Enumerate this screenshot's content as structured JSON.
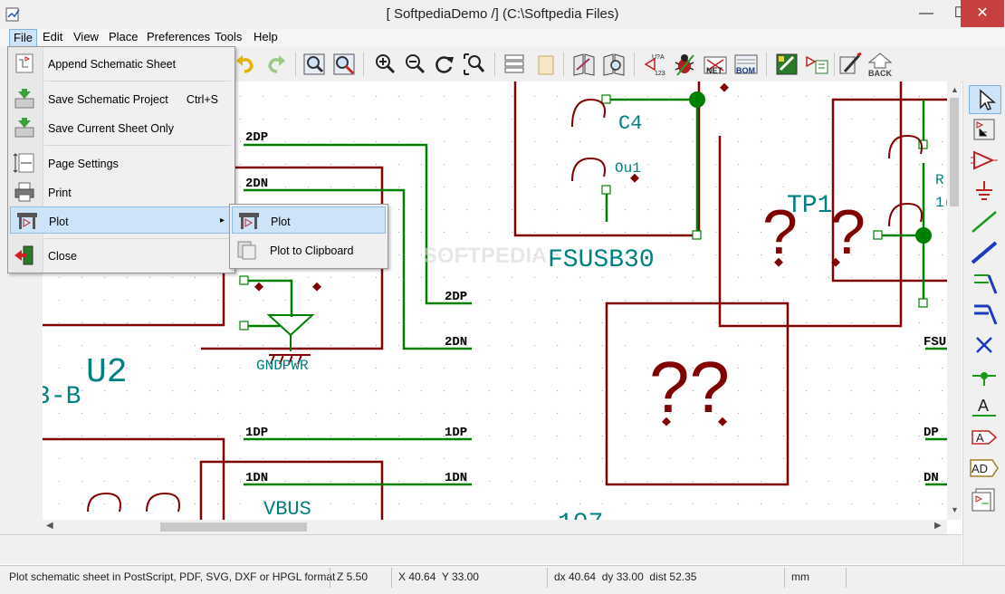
{
  "window": {
    "title": "[ SoftpediaDemo /] (C:\\Softpedia Files)",
    "minimize_glyph": "—",
    "maximize_glyph": "☐",
    "close_glyph": "✕"
  },
  "menubar": {
    "items": [
      {
        "label": "File"
      },
      {
        "label": "Edit"
      },
      {
        "label": "View"
      },
      {
        "label": "Place"
      },
      {
        "label": "Preferences"
      },
      {
        "label": "Tools"
      },
      {
        "label": "Help"
      }
    ]
  },
  "file_menu": {
    "items": [
      {
        "label": "Append Schematic Sheet",
        "icon": "append-sheet-icon",
        "shortcut": ""
      },
      {
        "label": "Save Schematic Project",
        "icon": "save-icon",
        "shortcut": "Ctrl+S"
      },
      {
        "label": "Save Current Sheet Only",
        "icon": "save-sheet-icon",
        "shortcut": ""
      },
      {
        "label": "Page Settings",
        "icon": "page-settings-icon",
        "shortcut": ""
      },
      {
        "label": "Print",
        "icon": "printer-icon",
        "shortcut": ""
      },
      {
        "label": "Plot",
        "icon": "plotter-icon",
        "shortcut": "",
        "submenu_arrow": "▸"
      },
      {
        "label": "Close",
        "icon": "exit-icon",
        "shortcut": ""
      }
    ]
  },
  "plot_submenu": {
    "items": [
      {
        "label": "Plot",
        "icon": "plotter-icon"
      },
      {
        "label": "Plot to Clipboard",
        "icon": "clipboard-icon"
      }
    ]
  },
  "toolbar": {
    "icons": [
      "new-sheet-icon",
      "open-icon",
      "save-icon",
      "page-settings-icon",
      "undo-icon",
      "redo-icon",
      "zoom-page-icon",
      "find-icon",
      "zoom-in-icon",
      "zoom-out-icon",
      "redraw-icon",
      "zoom-fit-icon",
      "hierarchy-icon",
      "library-icon",
      "library-browser-icon",
      "annotate-icon",
      "erc-icon",
      "netlist-icon",
      "bom-icon",
      "cvpcb-icon",
      "pcbnew-icon",
      "import-footprint-icon",
      "back-icon"
    ],
    "annotate_text": "U?A",
    "annotate_subtext": "123",
    "netlist_text": "NET",
    "bom_text": "BOM",
    "back_text": "BACK"
  },
  "right_toolbar": {
    "icons": [
      "select-arrow-icon",
      "hierarchy-nav-icon",
      "place-component-icon",
      "place-power-icon",
      "place-wire-icon",
      "place-bus-icon",
      "wire-to-bus-icon",
      "bus-to-bus-icon",
      "no-connect-icon",
      "junction-icon",
      "net-label-icon",
      "global-label-icon",
      "hierarchical-label-icon",
      "hierarchical-sheet-icon"
    ],
    "net_label_glyph": "A",
    "global_label_glyph": "A",
    "hier_label_glyph": "AD"
  },
  "schematic": {
    "labels": {
      "dp2_top": "2DP",
      "dn2_top": "2DN",
      "dp2_mid": "2DP",
      "dn2_mid": "2DN",
      "dp1_left": "1DP",
      "dp1_right": "1DP",
      "dn1_left": "1DN",
      "dn1_right": "1DN",
      "fsu_right": "FSU",
      "dp_right": "DP",
      "dn_right": "DN"
    },
    "refs": {
      "c4": "C4",
      "ou1": "Ou1",
      "fsusb30": "FSUSB30",
      "tp1": "TP1",
      "u2": "U2",
      "b_suffix": "3-B",
      "vbus": "VBUS",
      "gndpwr": "GNDPWR",
      "r_partial": "R",
      "one_partial": "1(",
      "qq": "??",
      "q_tp1": "?",
      "q_right": "?",
      "bottom_partial": "107"
    }
  },
  "status": {
    "message": "Plot schematic sheet in PostScript, PDF, SVG, DXF or HPGL format",
    "zoom": "Z 5.50",
    "xy": "X 40.64  Y 33.00",
    "delta": "dx 40.64  dy 33.00  dist 52.35",
    "units": "mm"
  },
  "watermark": "SOFTPEDIA",
  "colors": {
    "wire": "#008000",
    "component": "#800000",
    "text_ref": "#008080",
    "label": "#000000",
    "pin": "#008000",
    "highlight": "#cde3f7",
    "close_button": "#c74040"
  }
}
